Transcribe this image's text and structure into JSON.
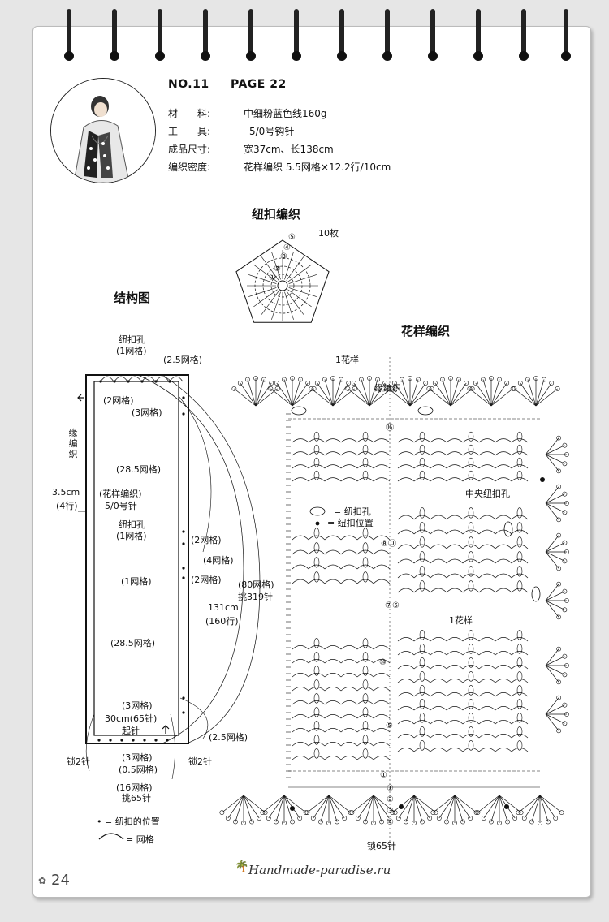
{
  "header": {
    "pattern_no": "NO.11",
    "page_ref": "PAGE  22"
  },
  "specs": [
    {
      "label": "材　　料:",
      "value": "中细粉蓝色线160g"
    },
    {
      "label": "工　　具:",
      "value": "5/0号钩针"
    },
    {
      "label": "成品尺寸:",
      "value": "宽37cm、长138cm"
    },
    {
      "label": "编织密度:",
      "value": "花样编织  5.5网格×12.2行/10cm"
    }
  ],
  "button": {
    "title": "纽扣编织",
    "count": "10枚",
    "rounds": [
      "⑤",
      "④",
      "③",
      "②",
      "①"
    ]
  },
  "structure": {
    "title": "结构图",
    "labels": {
      "top_hole": "纽扣孔",
      "top_hole_grid": "(1网格)",
      "top_right": "(2.5网格)",
      "left_2": "(2网格)",
      "left_3": "(3网格)",
      "edge_knit": "缘编织",
      "side_cm": "3.5cm",
      "side_rows": "(4行)",
      "mid_285": "(28.5网格)",
      "pattern_name": "(花样编织)",
      "hook": "5/0号针",
      "mid_hole": "纽扣孔",
      "mid_hole_grid": "(1网格)",
      "r_2a": "(2网格)",
      "r_4": "(4网格)",
      "l_1": "(1网格)",
      "r_2b": "(2网格)",
      "grid80": "(80网格)",
      "pick319": "挑319针",
      "len131": "131cm",
      "rows160": "(160行)",
      "low_285": "(28.5网格)",
      "bot_3a": "(3网格)",
      "width30": "30cm(65针)",
      "start": "起针",
      "bot_right": "(2.5网格)",
      "lock_l": "锁2针",
      "lock_r": "锁2针",
      "bot_3b": "(3网格)",
      "bot_05": "(0.5网格)",
      "bot_16": "(16网格)",
      "pick65": "挑65针"
    },
    "legend_dot": "• = 纽扣的位置",
    "legend_arc": "= 网格"
  },
  "pattern": {
    "title": "花样编织",
    "repeat_top": "1花样",
    "edge_label": "缘编织",
    "center_hole": "中央纽扣孔",
    "legend_hole": "= 纽扣孔",
    "legend_pos": "= 纽扣位置",
    "repeat_mid": "1花样",
    "chain65": "锁65针",
    "row_marks": [
      "⑯",
      "⑧⓪",
      "⑦⑤",
      "⑩",
      "⑤",
      "①"
    ],
    "bottom_rows": [
      "①",
      "②",
      "③",
      "④"
    ]
  },
  "footer": {
    "page_number": "24",
    "watermark": "Handmade-paradise.ru"
  },
  "colors": {
    "ink": "#111111",
    "paper": "#ffffff",
    "backdrop": "#e6e6e6"
  }
}
